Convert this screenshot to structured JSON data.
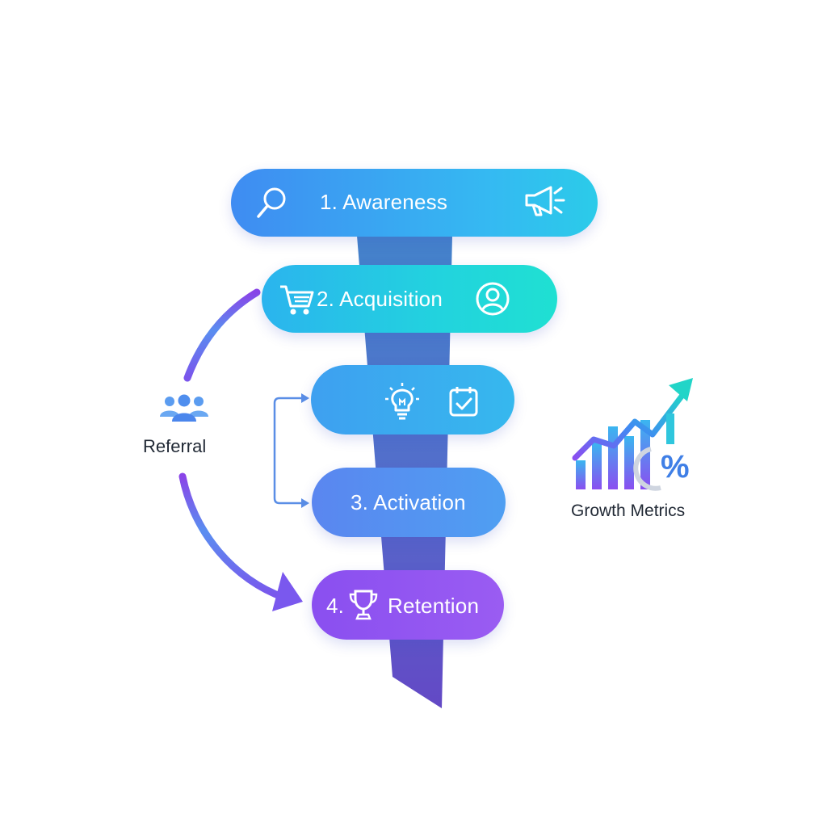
{
  "funnel": {
    "stages": [
      {
        "label": "1. Awareness",
        "icons": [
          "search-icon",
          "megaphone-icon"
        ]
      },
      {
        "label": "2. Acquisition",
        "icons": [
          "shopping-cart-icon",
          "user-circle-icon"
        ]
      },
      {
        "label": "",
        "icons": [
          "lightbulb-icon",
          "calendar-check-icon"
        ]
      },
      {
        "label": "3. Activation",
        "icons": []
      },
      {
        "label": "4.",
        "icons": [
          "trophy-icon"
        ]
      },
      {
        "label": "Retention",
        "icons": []
      }
    ]
  },
  "referral": {
    "label": "Referral",
    "icon": "users-group-icon"
  },
  "growth": {
    "label": "Growth Metrics",
    "icon": "rising-chart-percent-icon",
    "percent_symbol": "%"
  },
  "colors": {
    "blue": "#3f8cf2",
    "cyan": "#22d5d8",
    "violet": "#8a4ff0",
    "funnel_top": "#3a78c9",
    "funnel_bottom": "#5a3fc4",
    "text_dark": "#222a36"
  }
}
